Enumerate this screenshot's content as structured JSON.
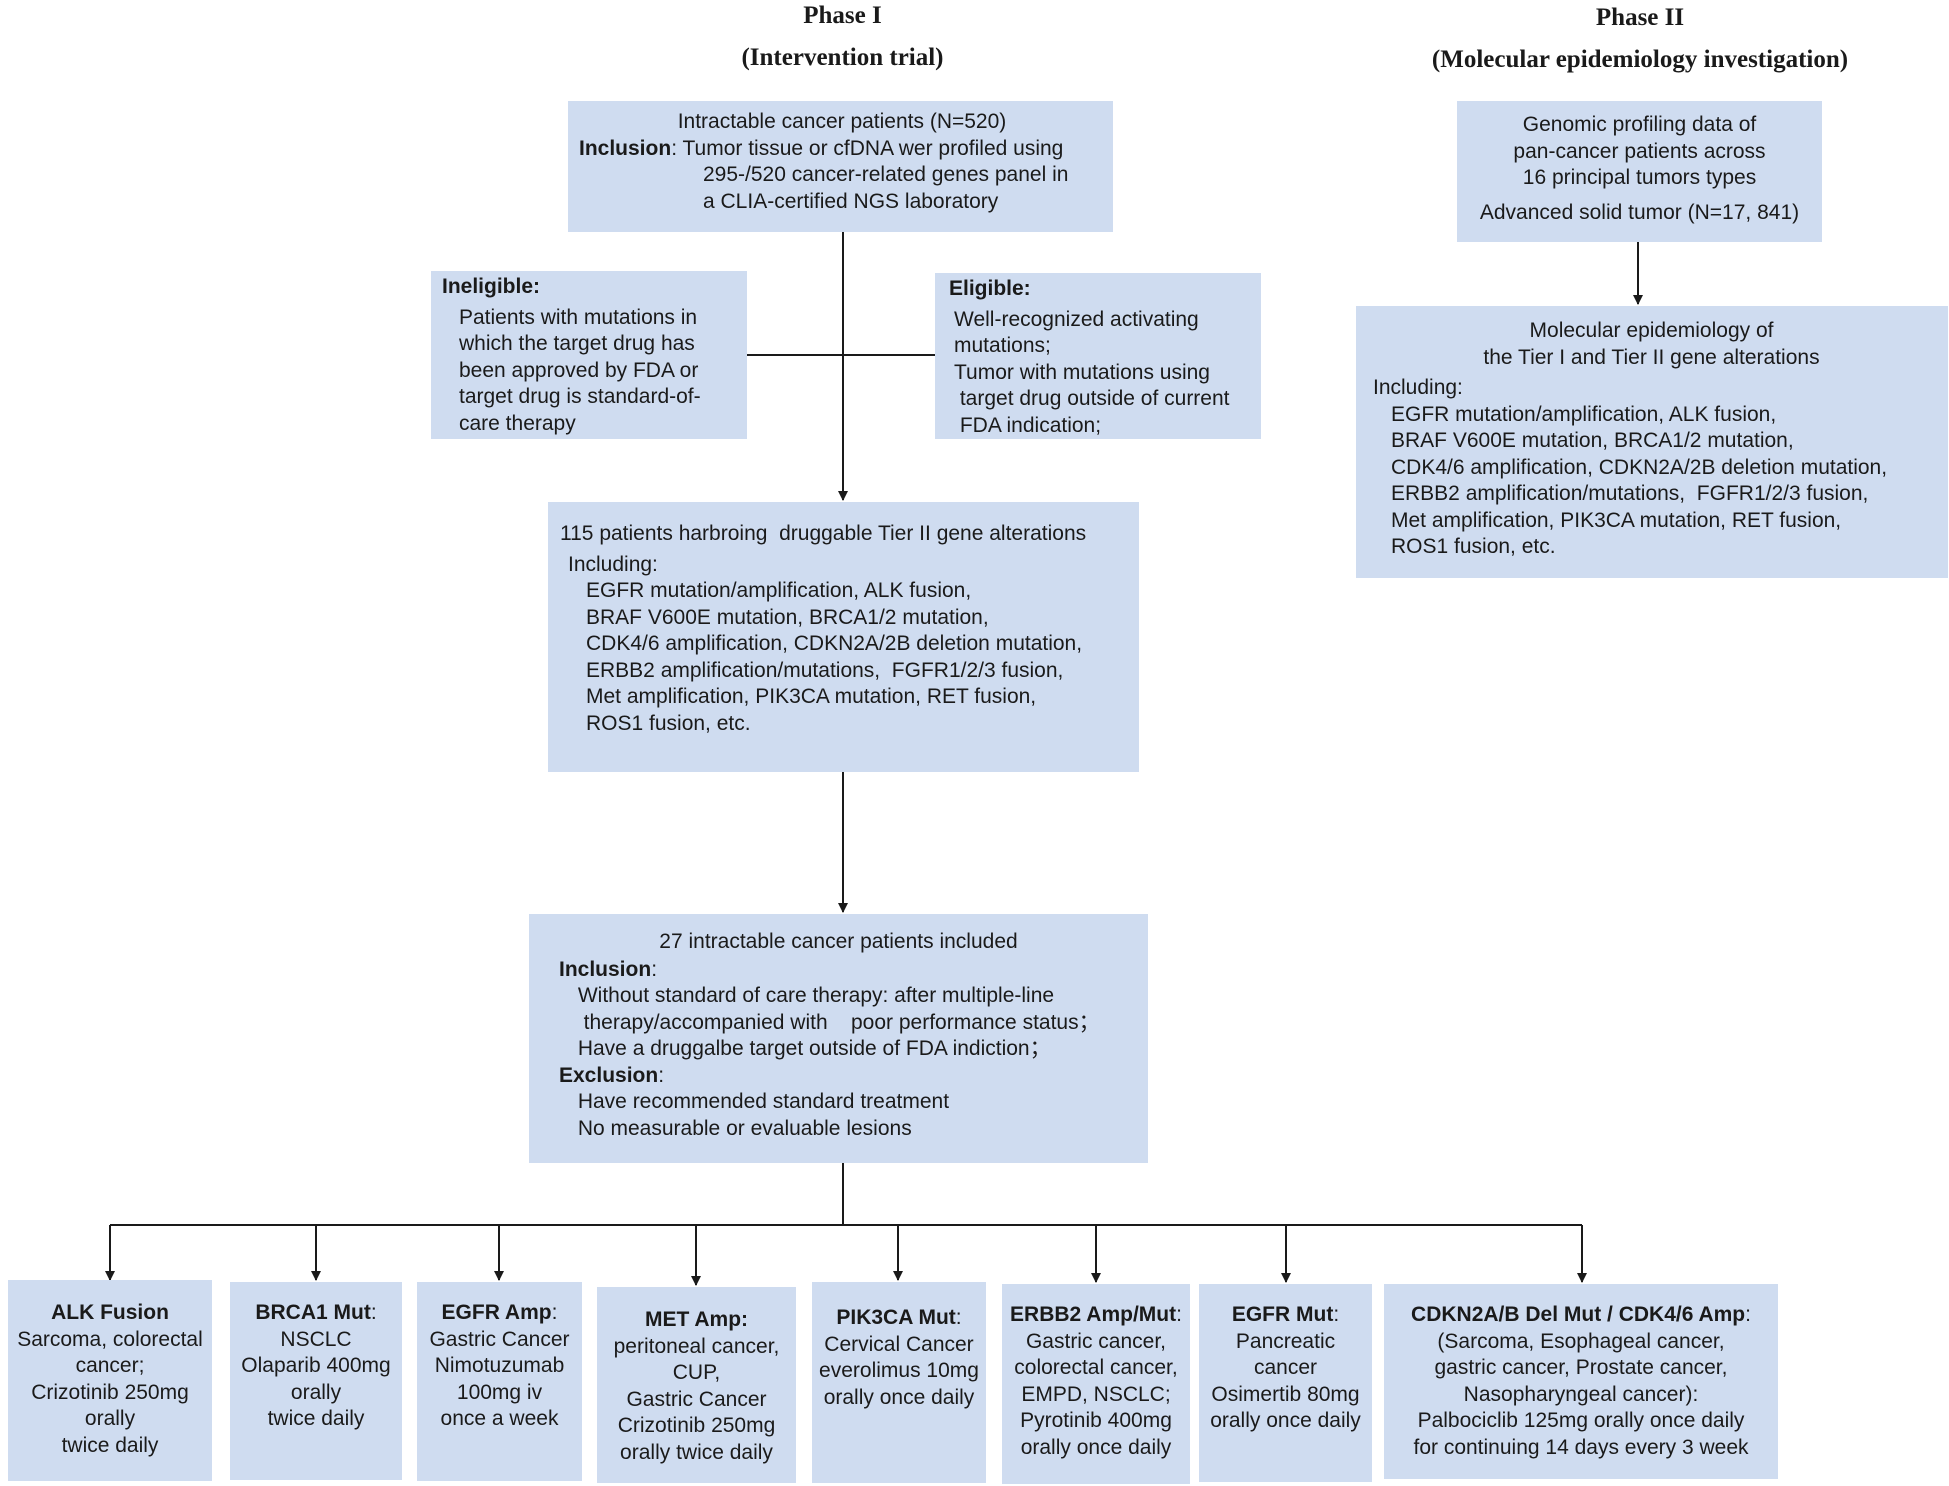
{
  "phase1": {
    "title": "Phase I",
    "subtitle": "(Intervention trial)"
  },
  "phase2": {
    "title": "Phase II",
    "subtitle": "(Molecular epidemiology investigation)"
  },
  "patients_box": {
    "title": "Intractable cancer patients  (N=520)",
    "inclusion_label": "Inclusion",
    "inclusion_lines": [
      ": Tumor tissue or cfDNA wer profiled using",
      "295-/520 cancer-related genes panel in",
      "a CLIA-certified NGS laboratory"
    ]
  },
  "ineligible_box": {
    "label": "Ineligible:",
    "lines": [
      "Patients with mutations in",
      "which the target drug has",
      "been approved by FDA or",
      "target drug is standard-of-",
      "care therapy"
    ]
  },
  "eligible_box": {
    "label": "Eligible:",
    "lines": [
      "Well-recognized activating",
      "mutations;",
      "Tumor with mutations using",
      " target drug outside of current",
      " FDA indication;"
    ]
  },
  "tier2_box": {
    "title": "115 patients harbroing  druggable Tier II gene alterations",
    "including": "Including:",
    "lines": [
      "EGFR mutation/amplification, ALK fusion,",
      "BRAF V600E mutation, BRCA1/2 mutation,",
      "CDK4/6 amplification, CDKN2A/2B deletion mutation,",
      "ERBB2 amplification/mutations,  FGFR1/2/3 fusion,",
      "Met amplification, PIK3CA mutation, RET fusion,",
      "ROS1 fusion, etc."
    ]
  },
  "included_box": {
    "title": "27 intractable cancer patients included",
    "inclusion_label": "Inclusion",
    "colon": ":",
    "inclusion_lines": [
      " Without standard of care therapy: after multiple-line",
      "  therapy/accompanied with    poor performance status；",
      " Have a druggalbe target outside of FDA indiction；"
    ],
    "exclusion_label": "Exclusion",
    "exclusion_lines": [
      " Have recommended standard treatment",
      " No measurable or evaluable lesions"
    ]
  },
  "genomic_box": {
    "lines": [
      "Genomic profiling data of",
      "pan-cancer patients across",
      "16 principal tumors types",
      "Advanced solid tumor (N=17, 841)"
    ]
  },
  "molecular_box": {
    "title_lines": [
      "Molecular epidemiology of",
      "the Tier I and Tier II gene alterations"
    ],
    "including": "Including:",
    "lines": [
      "EGFR mutation/amplification, ALK fusion,",
      "BRAF V600E mutation, BRCA1/2 mutation,",
      "CDK4/6 amplification, CDKN2A/2B deletion mutation,",
      "ERBB2 amplification/mutations,  FGFR1/2/3 fusion,",
      "Met amplification, PIK3CA mutation, RET fusion,",
      "ROS1 fusion, etc."
    ]
  },
  "arms": [
    {
      "name": "ALK Fusion",
      "suffix": "",
      "lines": [
        "Sarcoma, colorectal",
        "cancer;",
        "Crizotinib 250mg",
        "orally",
        "twice daily"
      ]
    },
    {
      "name": "BRCA1 Mut",
      "suffix": ":",
      "lines": [
        "NSCLC",
        "Olaparib 400mg",
        "orally",
        "twice daily"
      ]
    },
    {
      "name": "EGFR Amp",
      "suffix": ":",
      "lines": [
        "Gastric Cancer",
        "Nimotuzumab",
        "100mg iv",
        "once a week"
      ]
    },
    {
      "name": "MET Amp:",
      "suffix": "",
      "lines": [
        "peritoneal cancer,",
        "CUP,",
        "Gastric Cancer",
        "Crizotinib 250mg",
        "orally twice daily"
      ]
    },
    {
      "name": "PIK3CA Mut",
      "suffix": ":",
      "lines": [
        "Cervical Cancer",
        "everolimus 10mg",
        "orally once daily"
      ]
    },
    {
      "name": "ERBB2 Amp/Mut",
      "suffix": ":",
      "lines": [
        "Gastric cancer,",
        "colorectal cancer,",
        "EMPD, NSCLC;",
        "Pyrotinib 400mg",
        "orally once daily"
      ]
    },
    {
      "name": "EGFR Mut",
      "suffix": ":",
      "lines": [
        "Pancreatic",
        "cancer",
        "Osimertib 80mg",
        "orally once daily"
      ]
    },
    {
      "name": "CDKN2A/B Del Mut / CDK4/6 Amp",
      "suffix": ":",
      "lines": [
        "(Sarcoma, Esophageal cancer,",
        "gastric cancer, Prostate cancer,",
        "Nasopharyngeal cancer):",
        "Palbociclib 125mg orally once daily",
        "for continuing 14 days every 3 week"
      ]
    }
  ]
}
